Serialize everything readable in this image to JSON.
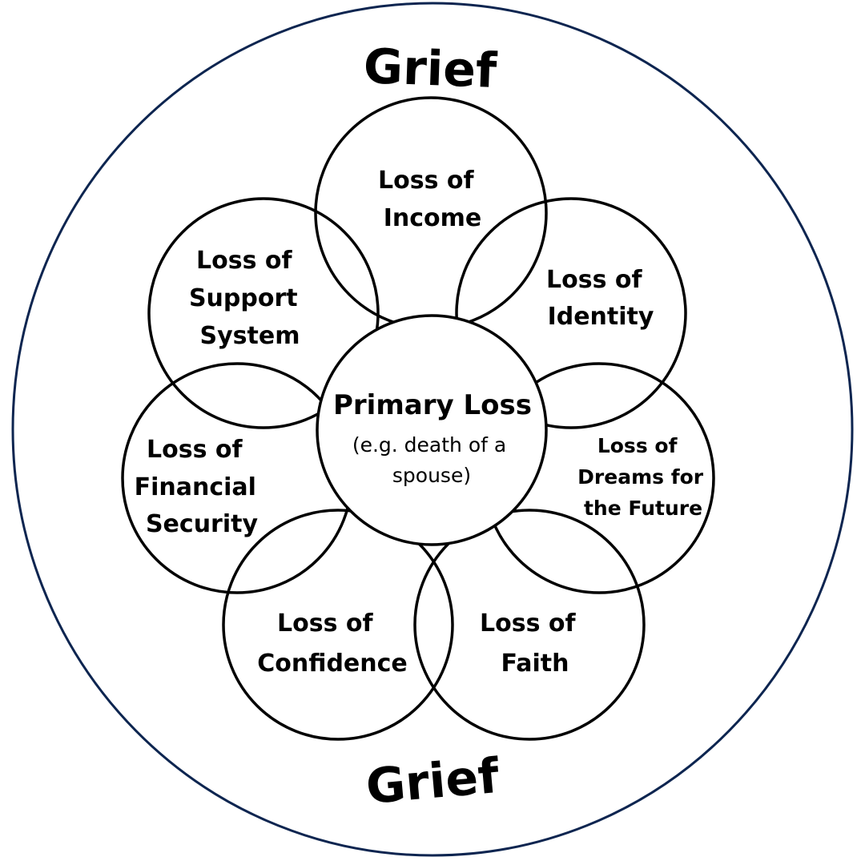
{
  "outer_label_top": "Grief",
  "outer_label_bottom": "Grief",
  "center": {
    "title": "Primary Loss",
    "subtitle_line1": "(e.g. death of a",
    "subtitle_line2": "spouse)"
  },
  "losses": {
    "income": {
      "line1": "Loss of",
      "line2": "Income"
    },
    "identity": {
      "line1": "Loss of",
      "line2": "Identity"
    },
    "support": {
      "line1": "Loss of",
      "line2": "Support",
      "line3": "System"
    },
    "financial": {
      "line1": "Loss of",
      "line2": "Financial",
      "line3": "Security"
    },
    "dreams": {
      "line1": "Loss of",
      "line2": "Dreams for",
      "line3": "the Future"
    },
    "confidence": {
      "line1": "Loss of",
      "line2": "Confidence"
    },
    "faith": {
      "line1": "Loss of",
      "line2": "Faith"
    }
  },
  "colors": {
    "outer_ring": "#0d2550",
    "circle_stroke": "#000000",
    "background": "#ffffff"
  }
}
